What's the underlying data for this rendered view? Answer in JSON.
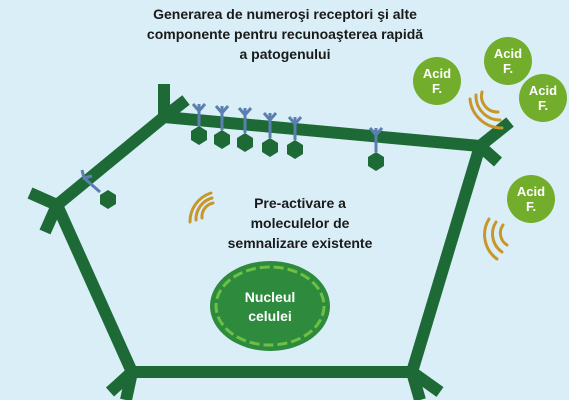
{
  "colors": {
    "background": "#d9eef7",
    "membrane": "#1d6a37",
    "receptor_hex": "#1d6a37",
    "receptor_stalk": "#5a7fb0",
    "signal_arc": "#c8962b",
    "nucleus_fill": "#2e8b3d",
    "nucleus_ring": "#6dbf46",
    "acid_fill": "#72ad2c",
    "label_text": "#1a1a1a"
  },
  "top_caption": {
    "line1": "Generarea de numeroşi receptori şi alte",
    "line2": "componente pentru recunoaşterea rapidă",
    "line3": "a patogenului"
  },
  "middle_caption": {
    "line1": "Pre-activare a",
    "line2": "moleculelor de",
    "line3": "semnalizare existente"
  },
  "nucleus": {
    "line1": "Nucleul",
    "line2": "celulei"
  },
  "acid_circles": [
    {
      "line1": "Acid",
      "line2": "F."
    },
    {
      "line1": "Acid",
      "line2": "F."
    },
    {
      "line1": "Acid",
      "line2": "F."
    },
    {
      "line1": "Acid",
      "line2": "F."
    }
  ]
}
